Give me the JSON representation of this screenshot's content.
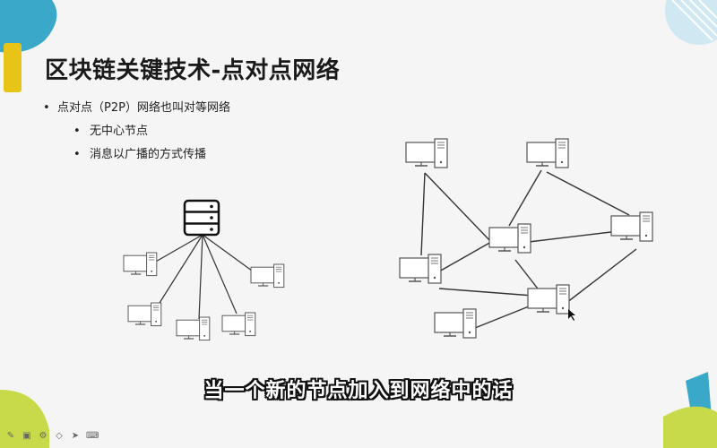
{
  "slide": {
    "title": "区块链关键技术-点对点网络",
    "bullets": [
      {
        "level": 1,
        "text": "点对点（P2P）网络也叫对等网络"
      },
      {
        "level": 2,
        "text": "无中心节点"
      },
      {
        "level": 2,
        "text": "消息以广播的方式传播"
      }
    ]
  },
  "subtitle": "当一个新的节点加入到网络中的话",
  "toolbar": {
    "icons": [
      "pen-icon",
      "screen-icon",
      "settings-icon",
      "eraser-icon",
      "pointer-icon",
      "keyboard-icon"
    ]
  },
  "colors": {
    "background": "#f5f5f5",
    "accent_teal": "#3aa8c8",
    "accent_yellow": "#e8c417",
    "accent_green": "#a8c84a"
  }
}
